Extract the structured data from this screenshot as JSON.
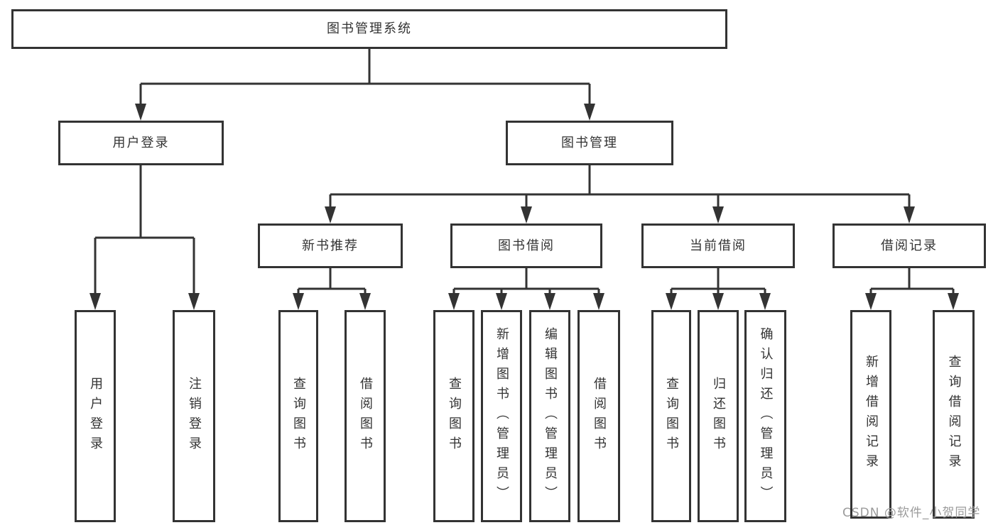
{
  "diagram": {
    "title": "图书管理系统",
    "branches": {
      "user_login": {
        "label": "用户登录",
        "children": [
          "用户登录",
          "注销登录"
        ]
      },
      "book_management": {
        "label": "图书管理",
        "sections": [
          {
            "label": "新书推荐",
            "children": [
              "查询图书",
              "借阅图书"
            ]
          },
          {
            "label": "图书借阅",
            "children": [
              "查询图书",
              "新增图书（管理员）",
              "编辑图书（管理员）",
              "借阅图书"
            ]
          },
          {
            "label": "当前借阅",
            "children": [
              "查询图书",
              "归还图书",
              "确认归还（管理员）"
            ]
          },
          {
            "label": "借阅记录",
            "children": [
              "新增借阅记录",
              "查询借阅记录"
            ]
          }
        ]
      }
    },
    "watermark": "CSDN @软件_小贺同学",
    "colors": {
      "line": "#333333",
      "text": "#333333",
      "watermark": "#9b9b9b",
      "background": "#ffffff"
    }
  }
}
